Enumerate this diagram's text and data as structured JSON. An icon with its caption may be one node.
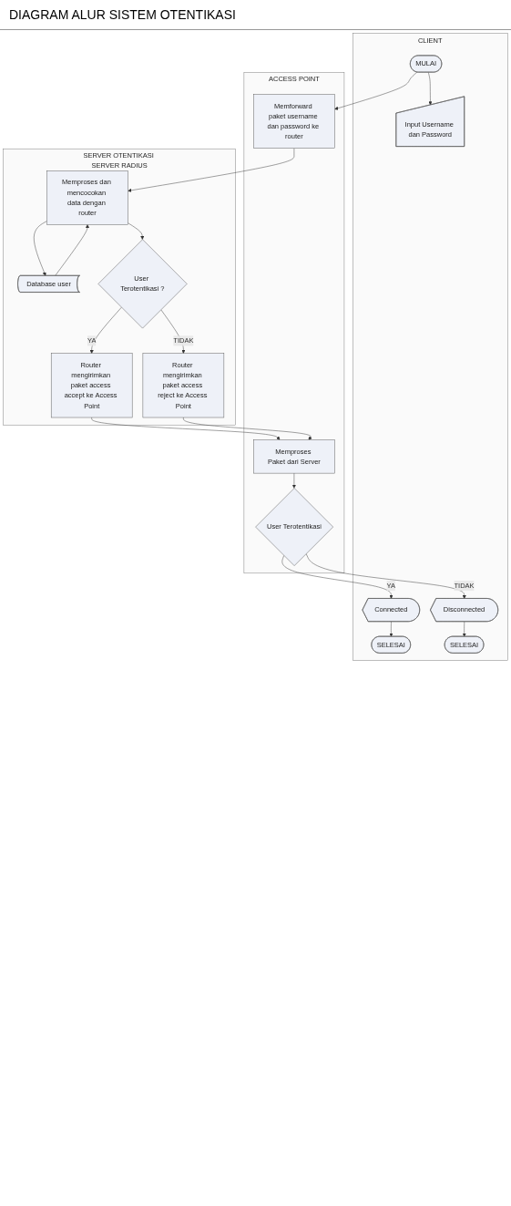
{
  "diagram": {
    "title": "DIAGRAM ALUR SISTEM OTENTIKASI",
    "nodes": [
      {
        "text": [
          "CLIENT"
        ]
      },
      {
        "text": [
          "ACCESS POINT"
        ]
      },
      {
        "text": [
          "SERVER OTENTIKASI SERVER RADIUS"
        ]
      },
      {
        "text": [
          "MULAI"
        ],
        "in": 0
      },
      {
        "text": [
          "Input Username dan Password"
        ],
        "in": 0
      },
      {
        "text": [
          "SELESAI"
        ],
        "in": 0
      },
      {
        "text": [
          "Connected"
        ],
        "in": 0
      },
      {
        "text": [
          "SELESAI"
        ],
        "in": 0
      },
      {
        "text": [
          "Disconnected"
        ],
        "in": 0
      },
      {
        "text": [
          "Memforward paket username dan password ke router"
        ],
        "in": 1
      },
      {
        "text": [
          "User Terotentikasi"
        ],
        "in": 1
      },
      {
        "text": [
          "Memproses Paket dari Server"
        ],
        "in": 1
      },
      {
        "text": [
          "Memproses dan mencocokan data dengan router"
        ],
        "in": 2
      },
      {
        "text": [
          "Database user"
        ],
        "in": 2
      },
      {
        "text": [
          "User Terotentikasi ?"
        ],
        "in": 2
      },
      {
        "text": [
          "Router mengirimkan paket access accept ke Access Point"
        ],
        "in": 2
      },
      {
        "text": [
          "Router mengirimkan paket access reject ke Access Point"
        ],
        "in": 2
      }
    ],
    "edges": [
      {
        "from": 3,
        "to": 9,
        "arrow": "to"
      },
      {
        "from": 9,
        "to": 12,
        "arrow": "to"
      },
      {
        "from": 12,
        "to": 13,
        "arrow": "to"
      },
      {
        "from": 13,
        "to": 12,
        "arrow": "to"
      },
      {
        "from": 3,
        "to": 4,
        "arrow": "to"
      },
      {
        "from": 12,
        "to": 14,
        "arrow": "to"
      },
      {
        "from": 14,
        "to": 15,
        "arrow": "to",
        "label": "YA"
      },
      {
        "from": 14,
        "to": 16,
        "arrow": "to",
        "label": "TIDAK"
      },
      {
        "from": 15,
        "to": 11,
        "arrow": "to"
      },
      {
        "from": 16,
        "to": 11,
        "arrow": "to"
      },
      {
        "from": 11,
        "to": 10,
        "arrow": "to"
      },
      {
        "from": 10,
        "to": 6,
        "arrow": "to",
        "label": "YA"
      },
      {
        "from": 10,
        "to": 8,
        "arrow": "to",
        "label": "TIDAK"
      },
      {
        "from": 6,
        "to": 5,
        "arrow": "to"
      },
      {
        "from": 8,
        "to": 7,
        "arrow": "to"
      }
    ]
  }
}
